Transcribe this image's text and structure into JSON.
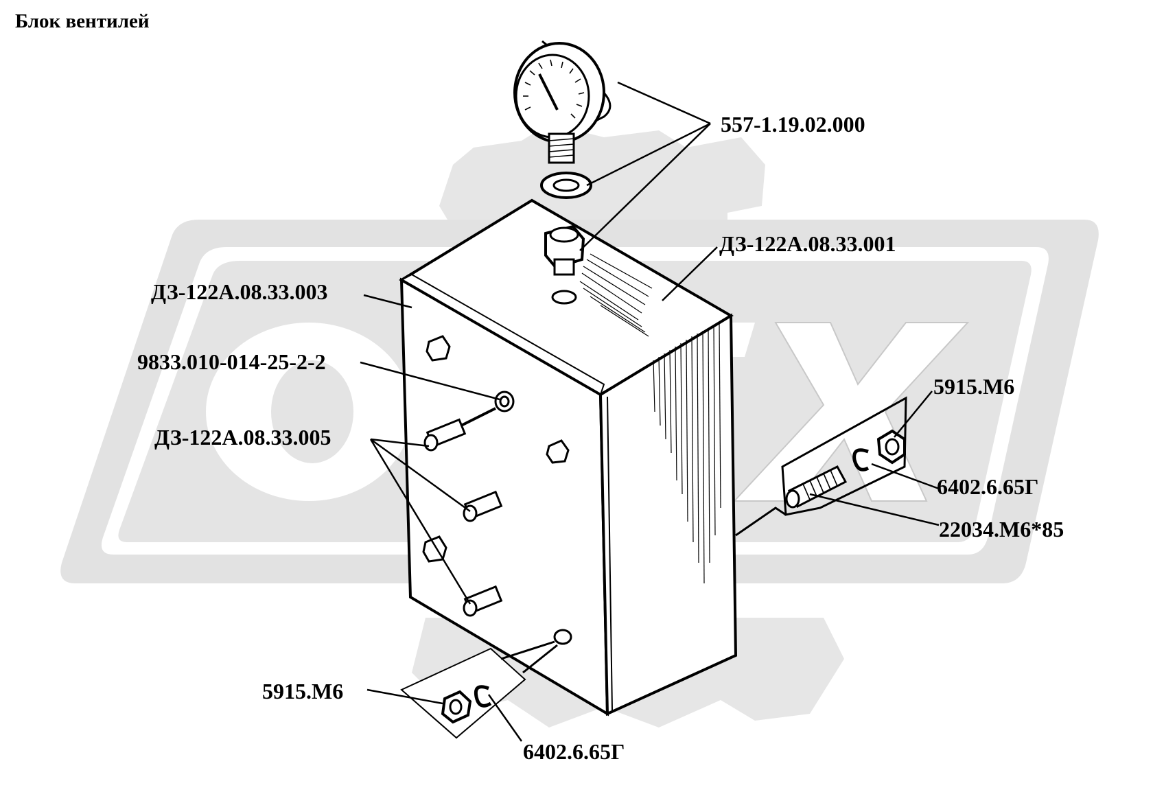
{
  "title": "Блок вентилей",
  "watermark": "ОРЕХ",
  "colors": {
    "background": "#ffffff",
    "ink": "#000000",
    "watermark": "#e2e2e2"
  },
  "callouts": {
    "gauge": "557-1.19.02.000",
    "top_plate": "ДЗ-122А.08.33.001",
    "side_plate": "ДЗ-122А.08.33.003",
    "ring": "9833.010-014-25-2-2",
    "valves": "ДЗ-122А.08.33.005",
    "nut_right": "5915.М6",
    "washer_right": "6402.6.65Г",
    "bolt_right": "22034.М6*85",
    "nut_bottom": "5915.М6",
    "washer_bottom": "6402.6.65Г"
  }
}
